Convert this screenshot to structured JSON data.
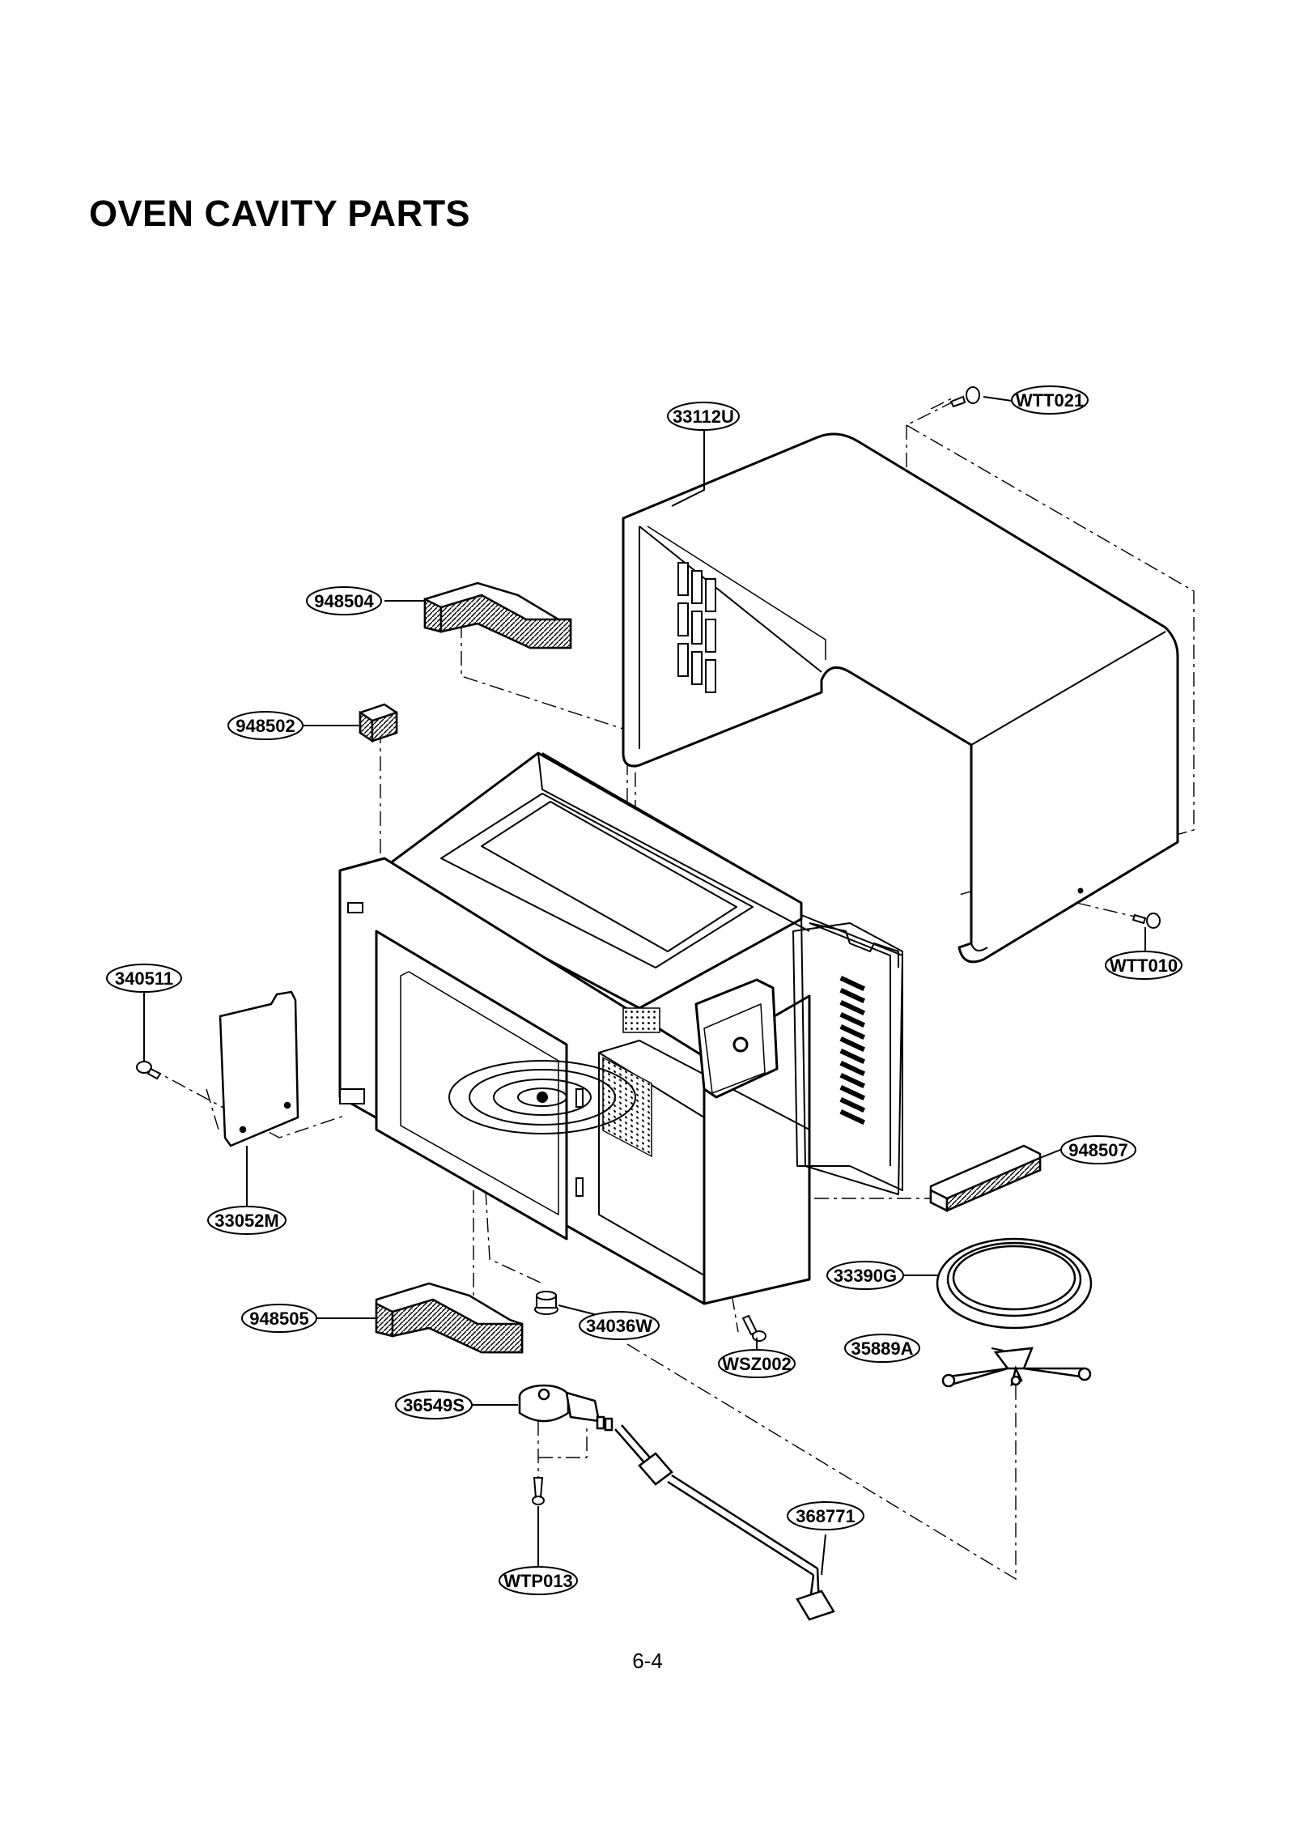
{
  "page": {
    "title": "OVEN CAVITY PARTS",
    "number": "6-4"
  },
  "callouts": [
    {
      "id": "c-33112U",
      "label": "33112U"
    },
    {
      "id": "c-WTT021",
      "label": "WTT021"
    },
    {
      "id": "c-948504",
      "label": "948504"
    },
    {
      "id": "c-948502",
      "label": "948502"
    },
    {
      "id": "c-340511",
      "label": "340511"
    },
    {
      "id": "c-WTT010",
      "label": "WTT010"
    },
    {
      "id": "c-948507",
      "label": "948507"
    },
    {
      "id": "c-33052M",
      "label": "33052M"
    },
    {
      "id": "c-33390G",
      "label": "33390G"
    },
    {
      "id": "c-948505",
      "label": "948505"
    },
    {
      "id": "c-34036W",
      "label": "34036W"
    },
    {
      "id": "c-35889A",
      "label": "35889A"
    },
    {
      "id": "c-WSZ002",
      "label": "WSZ002"
    },
    {
      "id": "c-36549S",
      "label": "36549S"
    },
    {
      "id": "c-368771",
      "label": "368771"
    },
    {
      "id": "c-WTP013",
      "label": "WTP013"
    }
  ]
}
